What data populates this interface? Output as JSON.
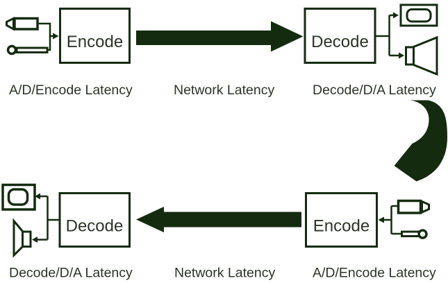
{
  "diagram": {
    "colors": {
      "ink": "#142b10",
      "text": "#2a3426",
      "background": "#ffffff"
    },
    "top": {
      "encode_label": "Encode",
      "decode_label": "Decode",
      "caption_left": "A/D/Encode Latency",
      "caption_center": "Network Latency",
      "caption_right": "Decode/D/A Latency"
    },
    "bottom": {
      "decode_label": "Decode",
      "encode_label": "Encode",
      "caption_left": "Decode/D/A Latency",
      "caption_center": "Network Latency",
      "caption_right": "A/D/Encode Latency"
    },
    "icons": {
      "camera": "camera-icon",
      "microphone": "microphone-icon",
      "monitor": "monitor-icon",
      "speaker": "speaker-icon",
      "network_arrow": "network-arrow",
      "loopback_arrow": "loopback-u-turn-arrow"
    }
  }
}
